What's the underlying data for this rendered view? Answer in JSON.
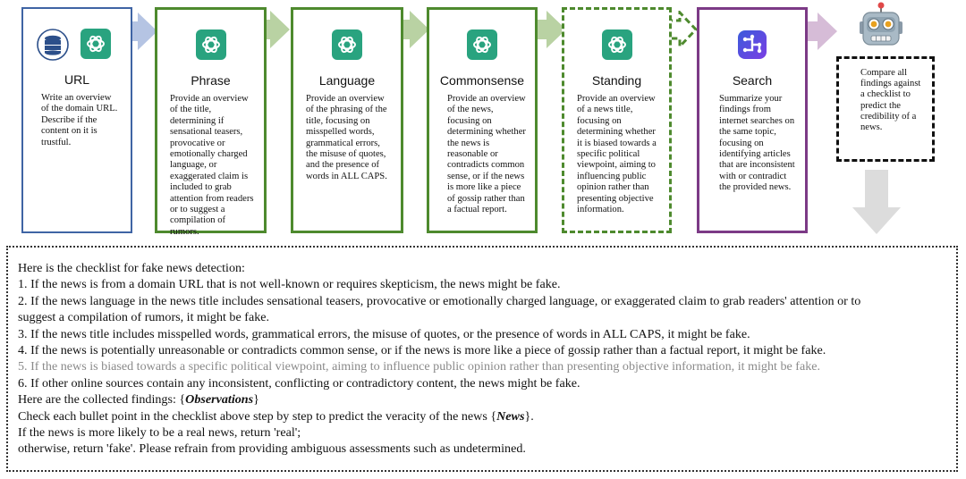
{
  "stages": [
    {
      "title": "URL",
      "desc": "Write an overview of the domain URL. Describe if the content on it is trustful."
    },
    {
      "title": "Phrase",
      "desc": "Provide an overview of the title, determining if sensational teasers, provocative or emotionally charged language, or exaggerated claim is included to grab attention from readers or to suggest a compilation of rumors."
    },
    {
      "title": "Language",
      "desc": "Provide an overview of the phrasing of the title, focusing on misspelled words, grammatical errors, the misuse of quotes, and the presence of words in ALL CAPS."
    },
    {
      "title": "Commonsense",
      "desc": "Provide an overview of the news, focusing on determining whether the news is reasonable or contradicts common sense, or if the news is more like a piece of gossip rather than a factual report."
    },
    {
      "title": "Standing",
      "desc": "Provide an overview of a news title, focusing on determining whether it is biased towards a specific political viewpoint, aiming to influencing public opinion rather than presenting objective information."
    },
    {
      "title": "Search",
      "desc": "Summarize your findings from internet searches on the same topic, focusing on identifying articles that are inconsistent with or contradict the provided news."
    }
  ],
  "robot_note": "Compare all findings against a checklist to predict the credibility of a news.",
  "checklist": {
    "intro": "Here is the checklist for fake news detection:",
    "item1": "1. If the news is from a domain URL that is not well-known or requires skepticism, the news might be fake.",
    "item2a": "2. If the news language in the news title includes sensational teasers, provocative or emotionally charged language, or exaggerated claim to grab readers' attention or to",
    "item2b": "suggest a compilation of rumors, it might be fake.",
    "item3": "3. If the news title includes misspelled words, grammatical errors, the misuse of quotes, or the presence of words in ALL CAPS, it might be fake.",
    "item4": "4. If the news is potentially unreasonable or contradicts common sense, or if the news is more like a piece of gossip rather than a factual report, it might be fake.",
    "item5": "5. If the news is biased towards a specific political viewpoint, aiming to influence public opinion rather than presenting objective information, it might be fake.",
    "item6": "6. If other online sources contain any inconsistent, conflicting or contradictory content, the news might be fake.",
    "findings_prefix": "Here are the collected findings: {",
    "findings_var": "Observations",
    "findings_suffix": "}",
    "check_prefix": "Check each bullet point in the checklist above step by step to predict the veracity of the news {",
    "check_var": "News",
    "check_suffix": "}.",
    "real": "If the news is more likely to be a real news, return 'real';",
    "fake": "otherwise, return 'fake'. Please refrain from providing ambiguous assessments such as undetermined."
  },
  "colors": {
    "url_border": "#3f64a4",
    "stage_border": "#4e8a2e",
    "search_border": "#7c3a86",
    "openai_icon": "#29a37f",
    "arrow_blue": "#b5c4e3",
    "arrow_green": "#b9d2a3",
    "arrow_purple": "#d6bcd7",
    "arrow_gray": "#dcdcdc"
  },
  "icons": [
    "database-icon",
    "openai-icon",
    "search-engine-icon",
    "robot-icon"
  ]
}
